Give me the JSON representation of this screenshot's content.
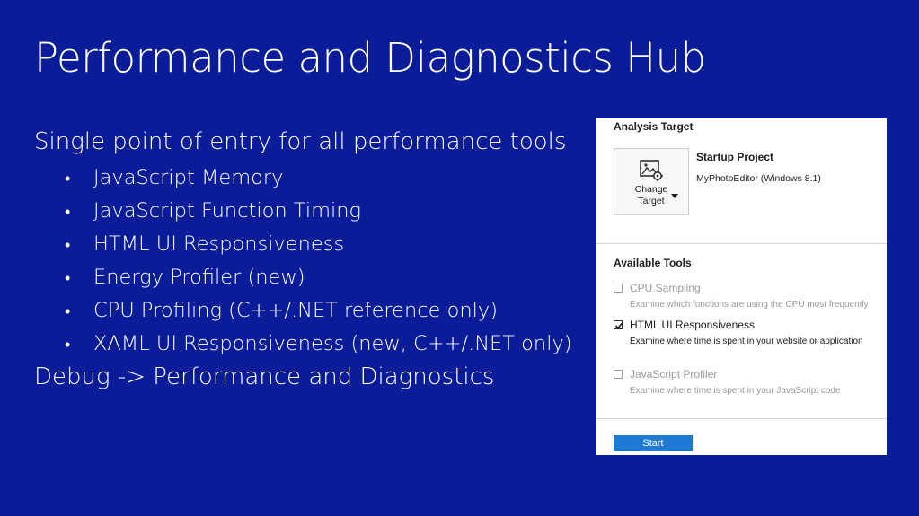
{
  "slide": {
    "title": "Performance and Diagnostics Hub",
    "intro": "Single point of entry for all performance tools",
    "bullets": [
      "JavaScript Memory",
      "JavaScript Function Timing",
      "HTML UI Responsiveness",
      "Energy Profiler (new)",
      "CPU Profiling (C++/.NET reference only)",
      "XAML UI Responsiveness (new, C++/.NET only)"
    ],
    "bullet_glyph": "•",
    "debug_path": "Debug -> Performance and Diagnostics"
  },
  "panel": {
    "analysis_target_title": "Analysis Target",
    "change_target": {
      "line1": "Change",
      "line2": "Target",
      "icon": "image-gear-icon"
    },
    "startup_title": "Startup Project",
    "startup_project": "MyPhotoEditor (Windows 8.1)",
    "available_tools_title": "Available Tools",
    "tools": [
      {
        "name": "CPU Sampling",
        "description": "Examine which functions are using the CPU most frequently",
        "checked": false,
        "enabled": false
      },
      {
        "name": "HTML UI Responsiveness",
        "description": "Examine where time is spent in your website or application",
        "checked": true,
        "enabled": true
      },
      {
        "name": "JavaScript Profiler",
        "description": "Examine where time is spent in your JavaScript code",
        "checked": false,
        "enabled": false
      }
    ],
    "start_label": "Start"
  },
  "colors": {
    "background": "#0b1c98",
    "text": "#ffffff",
    "start_button": "#1f7ad6"
  }
}
